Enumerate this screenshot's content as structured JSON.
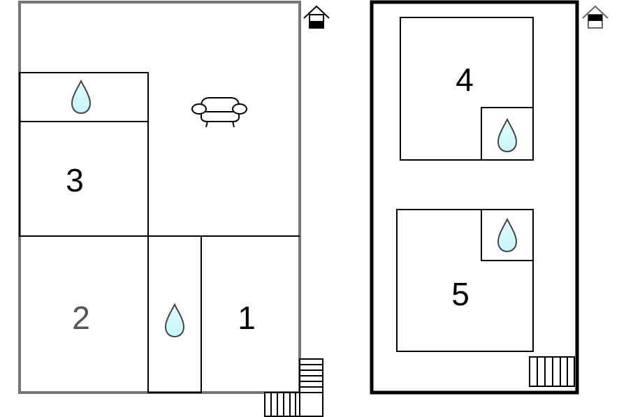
{
  "floors": [
    {
      "name": "ground-floor",
      "outline_color": "#777777",
      "floor_indicator": "lower",
      "rooms": [
        {
          "id": "room-1",
          "label": "1",
          "color": "#000000"
        },
        {
          "id": "room-2",
          "label": "2",
          "color": "#555555"
        },
        {
          "id": "room-3",
          "label": "3",
          "color": "#000000"
        }
      ],
      "bathrooms": 2,
      "features": [
        "living-room-sofa",
        "stairs"
      ]
    },
    {
      "name": "upper-floor",
      "outline_color": "#000000",
      "floor_indicator": "upper",
      "rooms": [
        {
          "id": "room-4",
          "label": "4",
          "color": "#000000"
        },
        {
          "id": "room-5",
          "label": "5",
          "color": "#000000"
        }
      ],
      "bathrooms": 2,
      "features": [
        "stairs"
      ]
    }
  ],
  "colors": {
    "water_fill": "#d4fbff",
    "water_stroke": "#444444",
    "wall": "#000000",
    "ground_outer_wall": "#777777"
  }
}
